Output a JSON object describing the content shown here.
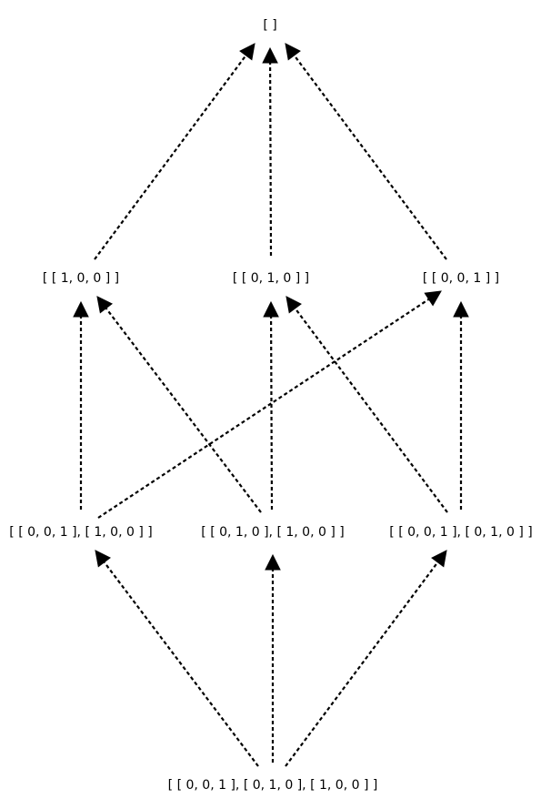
{
  "diagram": {
    "nodes": [
      {
        "id": "empty",
        "label": "[ ]"
      },
      {
        "id": "n100",
        "label": "[ [ 1, 0, 0 ] ]"
      },
      {
        "id": "n010",
        "label": "[ [ 0, 1, 0 ] ]"
      },
      {
        "id": "n001",
        "label": "[ [ 0, 0, 1 ] ]"
      },
      {
        "id": "n001_100",
        "label": "[ [ 0, 0, 1 ], [ 1, 0, 0 ] ]"
      },
      {
        "id": "n010_100",
        "label": "[ [ 0, 1, 0 ], [ 1, 0, 0 ] ]"
      },
      {
        "id": "n001_010",
        "label": "[ [ 0, 0, 1 ], [ 0, 1, 0 ] ]"
      },
      {
        "id": "n001_010_100",
        "label": "[ [ 0, 0, 1 ], [ 0, 1, 0 ], [ 1, 0, 0 ] ]"
      }
    ],
    "edges": [
      {
        "from": "n100",
        "to": "empty"
      },
      {
        "from": "n010",
        "to": "empty"
      },
      {
        "from": "n001",
        "to": "empty"
      },
      {
        "from": "n001_100",
        "to": "n100"
      },
      {
        "from": "n001_100",
        "to": "n001"
      },
      {
        "from": "n010_100",
        "to": "n100"
      },
      {
        "from": "n010_100",
        "to": "n010"
      },
      {
        "from": "n001_010",
        "to": "n010"
      },
      {
        "from": "n001_010",
        "to": "n001"
      },
      {
        "from": "n001_010_100",
        "to": "n001_100"
      },
      {
        "from": "n001_010_100",
        "to": "n010_100"
      },
      {
        "from": "n001_010_100",
        "to": "n001_010"
      }
    ],
    "edge_style": "dashed",
    "edge_color": "#000000"
  }
}
